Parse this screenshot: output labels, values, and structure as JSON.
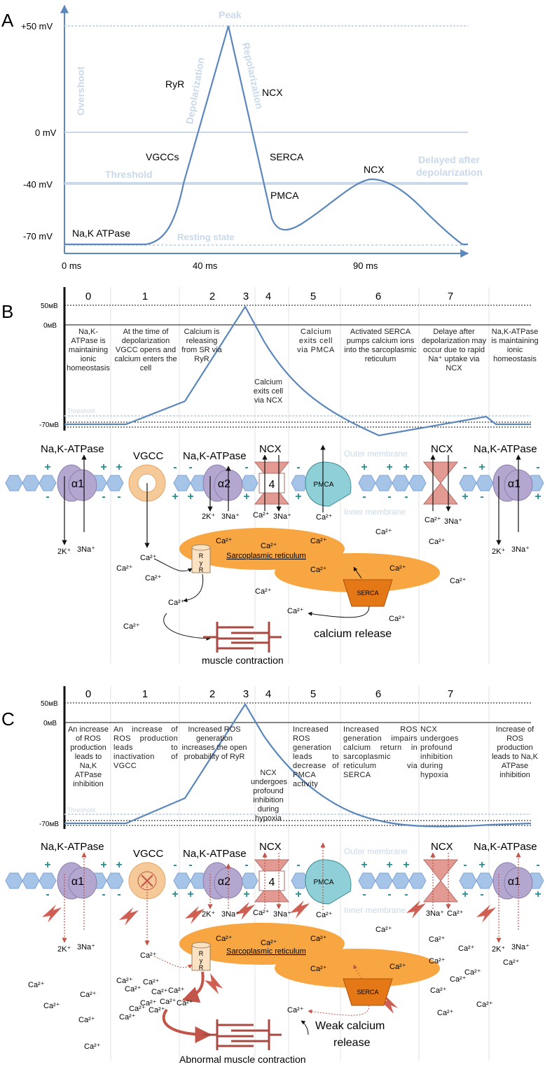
{
  "panel_a": {
    "letter": "A",
    "y_labels": {
      "p50": "+50 mV",
      "zero": "0 mV",
      "m40": "-40 mV",
      "m70": "-70 mV"
    },
    "x_labels": {
      "t0": "0 ms",
      "t40": "40 ms",
      "t90": "90 ms"
    },
    "phase_labels": {
      "peak": "Peak",
      "overshoot": "Overshoot",
      "depolarization": "Depolarization",
      "repolarization": "Repolarization",
      "threshold": "Threshold",
      "resting": "Resting state",
      "delayed1": "Delayed after",
      "delayed2": "depolarization"
    },
    "channel_labels": {
      "ryr": "RyR",
      "ncx": "NCX",
      "vgcc": "VGCCs",
      "serca": "SERCA",
      "ncx2": "NCX",
      "pmca": "PMCA",
      "nak": "Na,K ATPase"
    }
  },
  "panel_b": {
    "letter": "B",
    "y_labels": {
      "p50": "50мВ",
      "zero": "0мВ",
      "m70": "-70мВ",
      "threshold": "Threshold"
    },
    "phases": [
      "0",
      "1",
      "2",
      "3",
      "4",
      "5",
      "6",
      "7"
    ],
    "descriptions": {
      "p0": "Na,K-ATPase is maintaining ionic homeostasis",
      "p1": "At the time of depolarization VGCC opens and calcium enters the cell",
      "p2": "Calcium is releasing from SR via RyR",
      "p4": "Calcium exits cell via NCX",
      "p5": "Calcium exits cell via PMCA",
      "p6": "Activated SERCA pumps calcium ions into the sarcoplasmic reticulum",
      "p7": "Delaye after depolarization may occur due to rapid Na⁺ uptake via NCX",
      "p8": "Na,K-ATPase is maintaining ionic homeostasis"
    },
    "membrane": {
      "nak1": "Na,K-ATPase",
      "vgcc": "VGCC",
      "nak2": "Na,K-ATPase",
      "ncx1": "NCX",
      "ncx2": "NCX",
      "nak3": "Na,K-ATPase",
      "outer": "Outer membrane",
      "inner": "Inner membrane",
      "alpha1": "α1",
      "alpha2": "α2",
      "alpha3": "α1",
      "four": "4",
      "pmca": "PMCA"
    },
    "cell": {
      "sr": "Sarcoplasmic reticulum",
      "serca": "SERCA",
      "ryr": [
        "R",
        "y",
        "R"
      ],
      "calcium_release": "calcium release",
      "muscle": "muscle contraction"
    }
  },
  "panel_c": {
    "letter": "C",
    "y_labels": {
      "p50": "50мВ",
      "zero": "0мВ",
      "m70": "-70мВ",
      "threshold": "Threshold"
    },
    "phases": [
      "0",
      "1",
      "2",
      "3",
      "4",
      "5",
      "6",
      "7"
    ],
    "descriptions": {
      "p0": "An increase of ROS production leads to Na,K ATPase inhibition",
      "p1": "An increase of ROS production leads to inactivation of VGCC",
      "p2": "Increased ROS generation increases the open probability of RyR",
      "p4": "NCX undergoes profound inhibition during hypoxia",
      "p5": "Increased ROS generation leads to decrease of PMCA activity",
      "p6": "Increased ROS generation impairs calcium return in sarcoplasmic reticulum via SERCA",
      "p7": "NCX undergoes profound inhibition during hypoxia",
      "p8": "Increase of ROS production leads to Na,K ATPase inhibition"
    },
    "membrane": {
      "nak1": "Na,K-ATPase",
      "vgcc": "VGCC",
      "nak2": "Na,K-ATPase",
      "ncx1": "NCX",
      "ncx2": "NCX",
      "nak3": "Na,K-ATPase",
      "outer": "Outer membrane",
      "inner": "Inner membrane",
      "alpha1": "α1",
      "alpha2": "α2",
      "alpha3": "α1",
      "four": "4",
      "pmca": "PMCA"
    },
    "cell": {
      "sr": "Sarcoplasmic reticulum",
      "serca": "SERCA",
      "ryr": [
        "R",
        "y",
        "R"
      ],
      "calcium_release1": "Weak calcium",
      "calcium_release2": "release",
      "muscle": "Abnormal muscle contraction"
    }
  },
  "ions": {
    "k": "2K⁺",
    "na": "3Na⁺",
    "ca": "Ca²⁺"
  },
  "colors": {
    "curve": "#5b87bd",
    "faint": "#c9d9ea",
    "hexagon": "#a6c3e8",
    "protein_alpha": "#b3a6cf",
    "ncx_red": "#e39a92",
    "pmca": "#8fd0d8",
    "vgcc": "#f6c998",
    "sr": "#f7a642",
    "serca": "#e57816",
    "bolt": "#cf5f52",
    "arrow_red": "#c2554a",
    "muscle": "#a84a42",
    "plus_minus": "#2d8b8e"
  }
}
